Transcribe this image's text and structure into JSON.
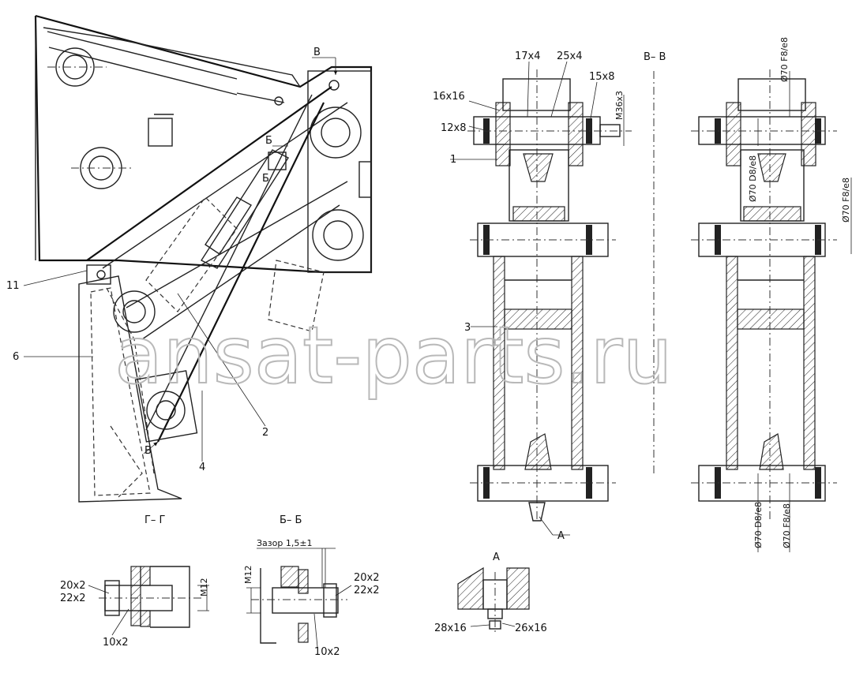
{
  "watermark": "ansat-parts.ru",
  "sections": {
    "g_g": "Г– Г",
    "b_b": "Б– Б",
    "v_v": "В– В",
    "a": "А"
  },
  "cut_marks": {
    "b1": "Б",
    "b2": "Б",
    "v_top": "В",
    "v_bottom": "В"
  },
  "main_view_callouts": [
    "11",
    "6",
    "2",
    "4"
  ],
  "section_vv": {
    "callouts_left": [
      "16x16",
      "12x8",
      "1",
      "3"
    ],
    "callouts_top": [
      "17x4",
      "25x4",
      "15x8"
    ],
    "thread": "M36x3",
    "detail_ref": "А",
    "fits": {
      "top": "Ø70 F8/e8",
      "upper_inner": "Ø70 D8/e8",
      "mid_right": "Ø70 F8/e8",
      "bottom_left": "Ø70 D8/e8",
      "bottom_right": "Ø70 F8/e8"
    }
  },
  "section_gg": {
    "washers": [
      "20x2",
      "22x2"
    ],
    "pin": "10x2",
    "thread": "M12"
  },
  "section_bb": {
    "gap": "Зазор 1,5±1",
    "washers": [
      "20x2",
      "22x2"
    ],
    "pin": "10x2",
    "thread": "M12"
  },
  "detail_a": {
    "parts": [
      "28x16",
      "26x16"
    ]
  }
}
